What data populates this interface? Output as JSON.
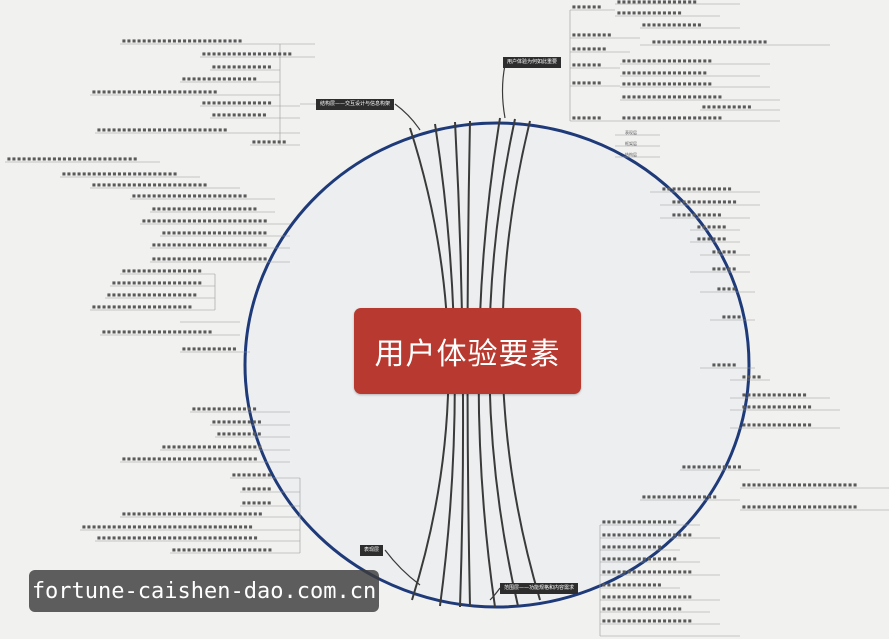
{
  "center": {
    "title": "用户体验要素"
  },
  "branches": {
    "top_left": "结构层——交互设计与信息构架",
    "top_right": "用户体验为何如此重要",
    "bottom_left": "表现层",
    "bottom_right": "范围层——功能规格和内容需求"
  },
  "right_nodes": [
    "表现层",
    "框架层",
    "结构层"
  ],
  "watermark": "fortune-caishen-dao.com.cn",
  "colors": {
    "center_fill": "#b8392f",
    "ellipse_stroke": "#1e3a78",
    "label_fill": "#2d2d2d"
  }
}
